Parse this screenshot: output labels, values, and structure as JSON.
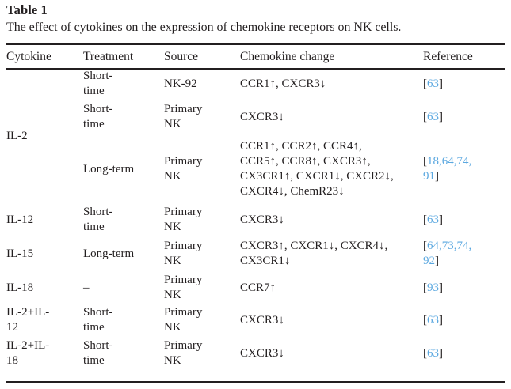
{
  "caption": {
    "label": "Table 1",
    "text": "The effect of cytokines on the expression of chemokine receptors on NK cells."
  },
  "colors": {
    "text": "#231f20",
    "reference_link": "#5ba8e0",
    "rule": "#231f20",
    "background": "#ffffff"
  },
  "table": {
    "headers": {
      "cytokine": "Cytokine",
      "treatment": "Treatment",
      "source": "Source",
      "chemokine_change": "Chemokine change",
      "reference": "Reference"
    },
    "rows": [
      {
        "cytokine": "IL-2",
        "cytokine_line1": "IL-2",
        "treatment_line1": "Short-",
        "treatment_line2": "time",
        "source_line1": "NK-92",
        "source_line2": "",
        "chemokine_line1": "CCR1↑, CXCR3↓",
        "chemokine_line2": "",
        "chemokine_line3": "",
        "chemokine_line4": "",
        "reference_line1_open": "[",
        "reference_line1_nums": "63",
        "reference_line1_close": "]",
        "reference_line2_nums": "",
        "reference_line2_close": ""
      },
      {
        "cytokine": "IL-2",
        "treatment_line1": "Short-",
        "treatment_line2": "time",
        "source_line1": "Primary",
        "source_line2": "NK",
        "chemokine_line1": "CXCR3↓",
        "chemokine_line2": "",
        "chemokine_line3": "",
        "chemokine_line4": "",
        "reference_line1_open": "[",
        "reference_line1_nums": "63",
        "reference_line1_close": "]",
        "reference_line2_nums": "",
        "reference_line2_close": ""
      },
      {
        "cytokine": "IL-2",
        "treatment_line1": "Long-term",
        "treatment_line2": "",
        "source_line1": "Primary",
        "source_line2": "NK",
        "chemokine_line1": "CCR1↑, CCR2↑, CCR4↑,",
        "chemokine_line2": "CCR5↑, CCR8↑, CXCR3↑,",
        "chemokine_line3": "CX3CR1↑, CXCR1↓, CXCR2↓,",
        "chemokine_line4": "CXCR4↓, ChemR23↓",
        "reference_line1_open": "[",
        "reference_line1_nums": "18,64,74,",
        "reference_line1_close": "",
        "reference_line2_nums": "91",
        "reference_line2_close": "]"
      },
      {
        "cytokine": "IL-12",
        "treatment_line1": "Short-",
        "treatment_line2": "time",
        "source_line1": "Primary",
        "source_line2": "NK",
        "chemokine_line1": "CXCR3↓",
        "chemokine_line2": "",
        "chemokine_line3": "",
        "chemokine_line4": "",
        "reference_line1_open": "[",
        "reference_line1_nums": "63",
        "reference_line1_close": "]",
        "reference_line2_nums": "",
        "reference_line2_close": ""
      },
      {
        "cytokine": "IL-15",
        "treatment_line1": "Long-term",
        "treatment_line2": "",
        "source_line1": "Primary",
        "source_line2": "NK",
        "chemokine_line1": "CXCR3↑, CXCR1↓, CXCR4↓,",
        "chemokine_line2": "CX3CR1↓",
        "chemokine_line3": "",
        "chemokine_line4": "",
        "reference_line1_open": "[",
        "reference_line1_nums": "64,73,74,",
        "reference_line1_close": "",
        "reference_line2_nums": "92",
        "reference_line2_close": "]"
      },
      {
        "cytokine": "IL-18",
        "treatment_line1": "–",
        "treatment_line2": "",
        "source_line1": "Primary",
        "source_line2": "NK",
        "chemokine_line1": "CCR7↑",
        "chemokine_line2": "",
        "chemokine_line3": "",
        "chemokine_line4": "",
        "reference_line1_open": "[",
        "reference_line1_nums": "93",
        "reference_line1_close": "]",
        "reference_line2_nums": "",
        "reference_line2_close": ""
      },
      {
        "cytokine": "IL-2+IL-12",
        "cytokine_line1": "IL-2+IL-",
        "cytokine_line2": "12",
        "treatment_line1": "Short-",
        "treatment_line2": "time",
        "source_line1": "Primary",
        "source_line2": "NK",
        "chemokine_line1": "CXCR3↓",
        "chemokine_line2": "",
        "chemokine_line3": "",
        "chemokine_line4": "",
        "reference_line1_open": "[",
        "reference_line1_nums": "63",
        "reference_line1_close": "]",
        "reference_line2_nums": "",
        "reference_line2_close": ""
      },
      {
        "cytokine": "IL-2+IL-18",
        "cytokine_line1": "IL-2+IL-",
        "cytokine_line2": "18",
        "treatment_line1": "Short-",
        "treatment_line2": "time",
        "source_line1": "Primary",
        "source_line2": "NK",
        "chemokine_line1": "CXCR3↓",
        "chemokine_line2": "",
        "chemokine_line3": "",
        "chemokine_line4": "",
        "reference_line1_open": "[",
        "reference_line1_nums": "63",
        "reference_line1_close": "]",
        "reference_line2_nums": "",
        "reference_line2_close": ""
      }
    ]
  }
}
